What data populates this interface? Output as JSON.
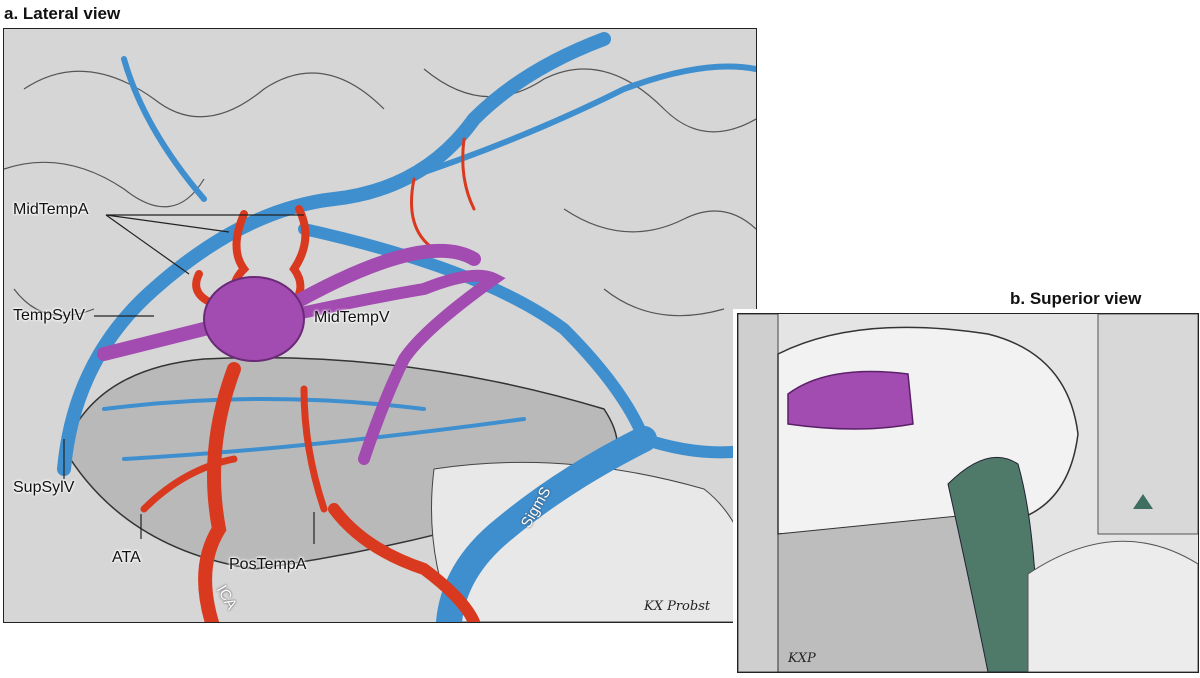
{
  "panel_a": {
    "title": "a. Lateral view",
    "labels": {
      "mid_temp_a": "MidTempA",
      "temp_sylv": "TempSylV",
      "mid_temp_v": "MidTempV",
      "sup_sylv": "SupSylV",
      "ata": "ATA",
      "pos_temp_a": "PosTempA",
      "ica": "ICA",
      "sigm_s": "SigmS"
    },
    "signature": "KX Probst"
  },
  "panel_b": {
    "title": "b. Superior view",
    "signature": "KXP"
  },
  "colors": {
    "artery": "#d93a1f",
    "vein": "#3f8fcf",
    "avm": "#a24bb0",
    "brain": "#c8c8c8"
  }
}
